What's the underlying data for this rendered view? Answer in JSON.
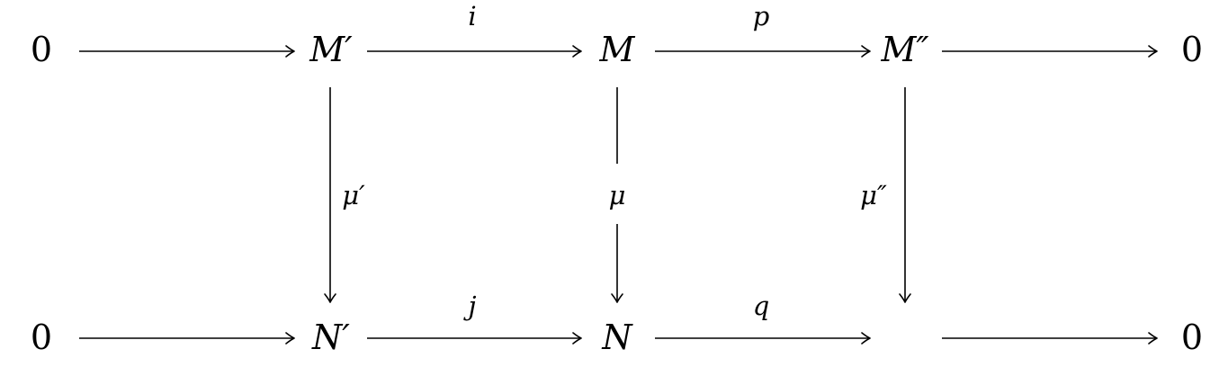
{
  "diagram": {
    "type": "commutative-diagram",
    "nodes": {
      "top_zero_left": "0",
      "m_prime": "M′",
      "m": "M",
      "m_double_prime": "M″",
      "top_zero_right": "0",
      "bottom_zero_left": "0",
      "n_prime": "N′",
      "n": "N",
      "bottom_zero_right": "0"
    },
    "labels": {
      "i": "i",
      "p": "p",
      "j": "j",
      "q": "q",
      "mu_prime": "μ′",
      "mu": "μ",
      "mu_double_prime": "μ″"
    },
    "edges": [
      {
        "from": "top_zero_left",
        "to": "m_prime",
        "label": ""
      },
      {
        "from": "m_prime",
        "to": "m",
        "label": "i"
      },
      {
        "from": "m",
        "to": "m_double_prime",
        "label": "p"
      },
      {
        "from": "m_double_prime",
        "to": "top_zero_right",
        "label": ""
      },
      {
        "from": "bottom_zero_left",
        "to": "n_prime",
        "label": ""
      },
      {
        "from": "n_prime",
        "to": "n",
        "label": "j"
      },
      {
        "from": "n",
        "to": "bottom_right_empty",
        "label": "q"
      },
      {
        "from": "bottom_right_empty",
        "to": "bottom_zero_right",
        "label": ""
      },
      {
        "from": "m_prime",
        "to": "n_prime",
        "label": "mu_prime"
      },
      {
        "from": "m",
        "to": "n",
        "label": "mu"
      },
      {
        "from": "m_double_prime",
        "to": "bottom_right_empty",
        "label": "mu_double_prime"
      }
    ]
  }
}
